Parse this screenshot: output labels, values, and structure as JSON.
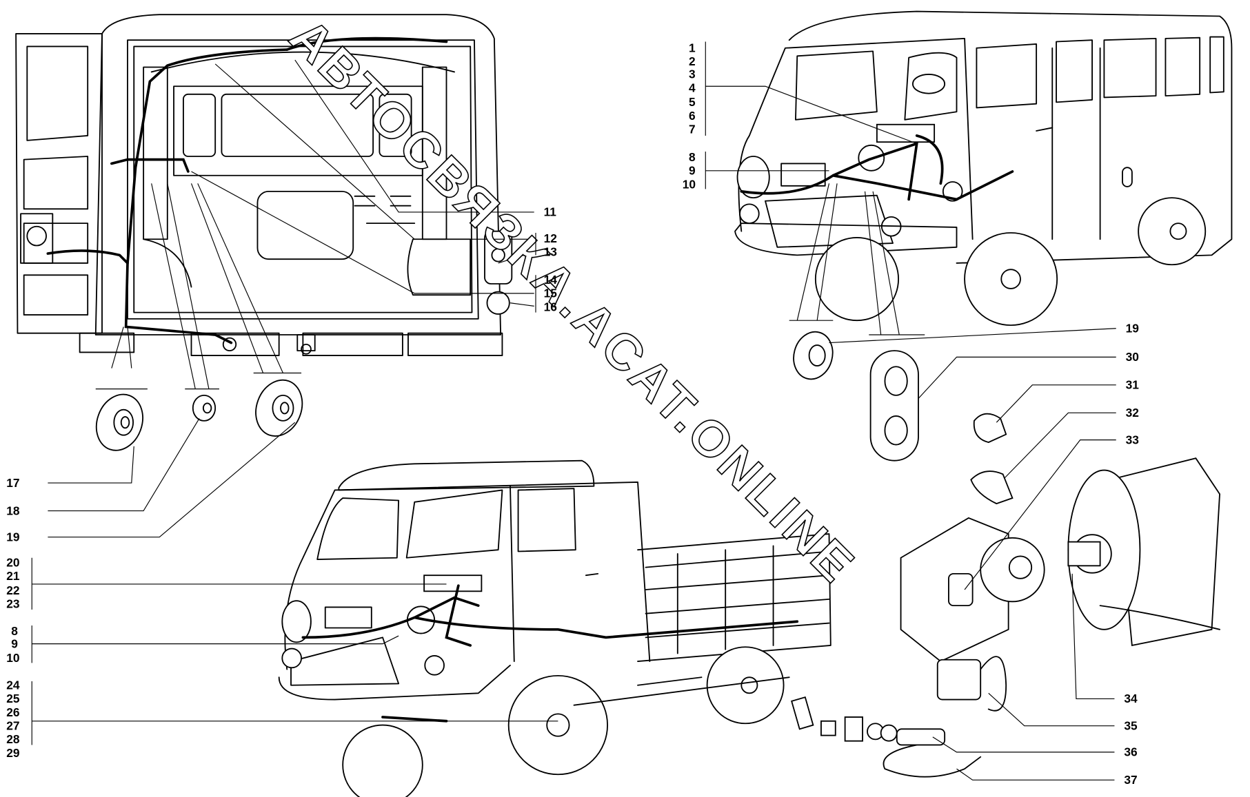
{
  "diagram": {
    "watermark": "АВТОСВЯЗКА.ACAT.ONLINE",
    "callouts": {
      "rear_van": [
        "11",
        "12",
        "13",
        "14",
        "15",
        "16"
      ],
      "rear_grommets": [
        "17",
        "18",
        "19"
      ],
      "front_van_top": [
        "1",
        "2",
        "3",
        "4",
        "5",
        "6",
        "7"
      ],
      "front_van_mid": [
        "8",
        "9",
        "10"
      ],
      "front_van_grommets": [
        "19",
        "30"
      ],
      "truck_upper": [
        "20",
        "21",
        "22",
        "23"
      ],
      "truck_mid": [
        "8",
        "9",
        "10"
      ],
      "truck_lower": [
        "24",
        "25",
        "26",
        "27",
        "28",
        "29"
      ],
      "parts": [
        "31",
        "32",
        "33",
        "34",
        "35",
        "36",
        "37"
      ]
    }
  }
}
